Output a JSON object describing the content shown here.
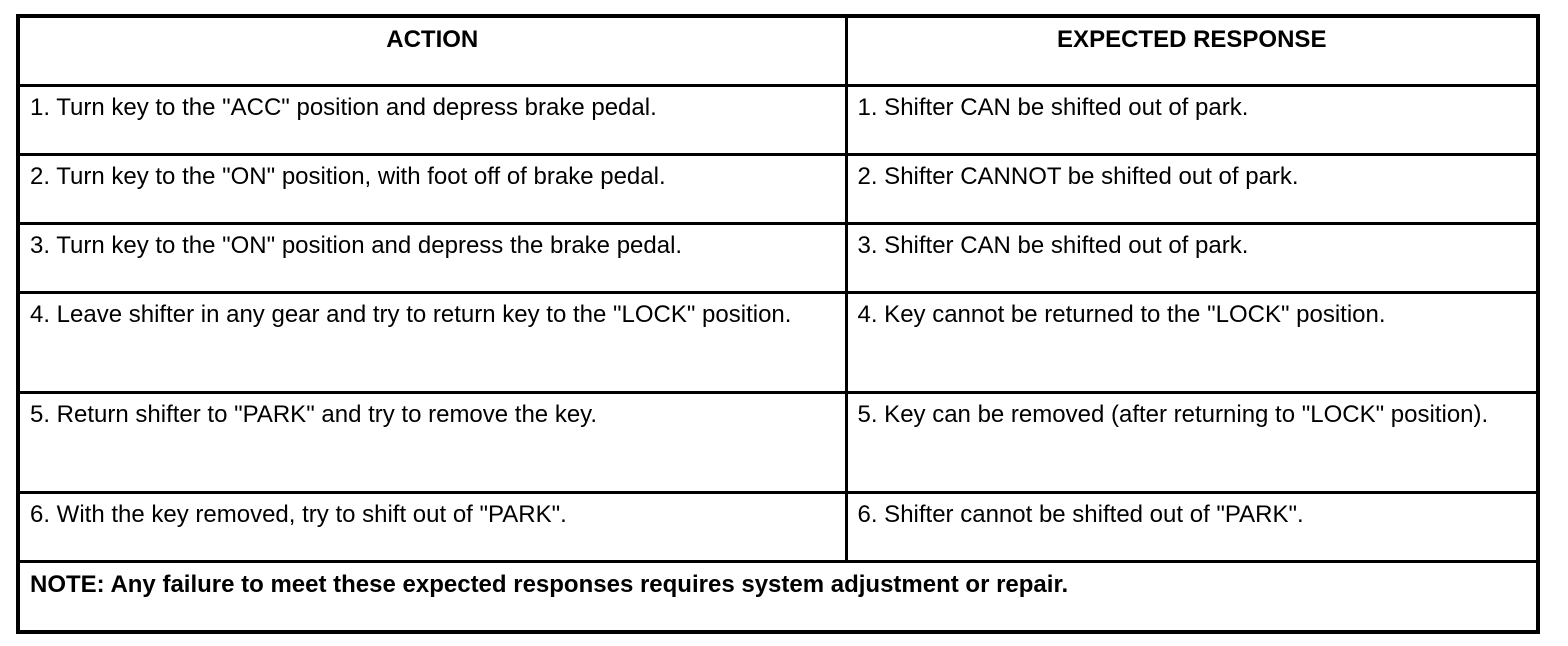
{
  "table": {
    "headers": {
      "action": "ACTION",
      "expected_response": "EXPECTED RESPONSE"
    },
    "rows": [
      {
        "action": "1. Turn key to the \"ACC\" position and depress brake pedal.",
        "response": "1. Shifter CAN be shifted out of park."
      },
      {
        "action": "2. Turn key to the \"ON\" position, with foot off of brake pedal.",
        "response": "2. Shifter CANNOT be shifted out of park."
      },
      {
        "action": "3. Turn key to the \"ON\" position and depress the brake pedal.",
        "response": "3. Shifter CAN be shifted out of park."
      },
      {
        "action": "4. Leave shifter in any gear and try to return key to the \"LOCK\" position.",
        "response": "4. Key cannot be returned to the \"LOCK\" position."
      },
      {
        "action": "5. Return shifter to \"PARK\" and try to remove the key.",
        "response": "5. Key can be removed (after returning to \"LOCK\" position)."
      },
      {
        "action": "6. With the key removed, try to shift out of \"PARK\".",
        "response": "6. Shifter cannot be shifted out of \"PARK\"."
      }
    ],
    "note": "NOTE: Any failure to meet these expected responses requires system adjustment or repair."
  }
}
